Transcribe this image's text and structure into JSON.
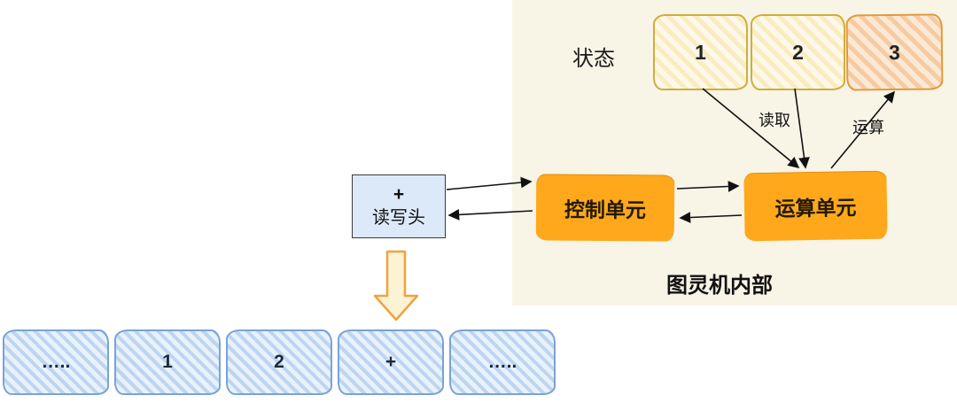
{
  "diagram": {
    "panel_title": "图灵机内部",
    "state_section": {
      "label": "状态",
      "states": [
        "1",
        "2",
        "3"
      ]
    },
    "units": {
      "control": "控制单元",
      "alu": "运算单元"
    },
    "edge_labels": {
      "read": "读取",
      "compute": "运算"
    },
    "head": {
      "symbol": "+",
      "label": "读写头"
    },
    "tape": {
      "cells": [
        "…..",
        "1",
        "2",
        "+",
        "….."
      ]
    },
    "colors": {
      "panel_bg": "#f8f4e6",
      "unit_orange": "#ffa81c",
      "state_yellow_border": "#cfae3d",
      "state_orange_border": "#df9a3c",
      "head_blue": "#dce9f8",
      "tape_border": "#79a3d9",
      "arrow": "#111111",
      "down_arrow_fill": "#fcf2d4",
      "down_arrow_stroke": "#eea43f"
    }
  }
}
